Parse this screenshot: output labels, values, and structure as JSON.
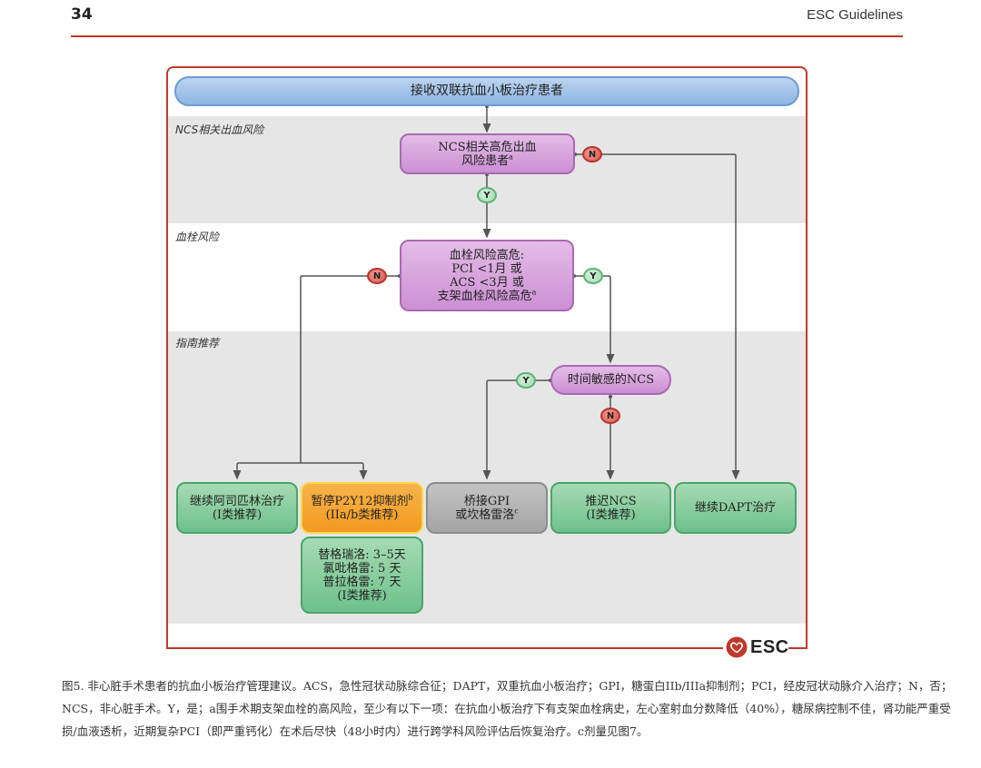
{
  "header": {
    "page_number": "34",
    "brand": "ESC Guidelines"
  },
  "diagram": {
    "bands": {
      "ncs_bleeding": "NCS相关出血风险",
      "thrombosis": "血栓风险",
      "recommendation": "指南推荐"
    },
    "nodes": {
      "start": "接收双联抗血小板治疗患者",
      "ncs_high_bleed_line1": "NCS相关高危出血",
      "ncs_high_bleed_line2": "风险患者",
      "ncs_high_bleed_sup": "a",
      "thrombo_line1": "血栓风险高危:",
      "thrombo_line2": "PCI <1月 或",
      "thrombo_line3": "ACS <3月 或",
      "thrombo_line4": "支架血栓风险高危",
      "thrombo_sup": "a",
      "time_sensitive": "时间敏感的NCS",
      "continue_aspirin_line1": "继续阿司匹林治疗",
      "continue_aspirin_line2": "(I类推荐)",
      "pause_p2y12_line1": "暂停P2Y12抑制剂",
      "pause_p2y12_sup": "b",
      "pause_p2y12_line2": "(IIa/b类推荐)",
      "bridge_line1": "桥接GPI",
      "bridge_line2": "或坎格雷洛",
      "bridge_sup": "c",
      "delay_line1": "推迟NCS",
      "delay_line2": "(I类推荐)",
      "continue_dapt": "继续DAPT治疗",
      "stop_line1": "替格瑞洛: 3–5天",
      "stop_line2": "氯吡格雷: 5 天",
      "stop_line3": "普拉格雷: 7 天",
      "stop_line4": "(I类推荐)"
    },
    "badges": {
      "yes": "Y",
      "no": "N"
    },
    "logo_text": "ESC",
    "colors": {
      "frame": "#c0392b",
      "start": "#a9c7ea",
      "decision": "#d9a5dd",
      "recommend": "#8fcfa2",
      "pause": "#f5a637",
      "bridge": "#b5b5b5"
    }
  },
  "caption": "图5. 非心脏手术患者的抗血小板治疗管理建议。ACS，急性冠状动脉综合征；DAPT，双重抗血小板治疗；GPI，糖蛋白IIb/IIIa抑制剂；PCI，经皮冠状动脉介入治疗；N，否；NCS，非心脏手术。Y，是；a围手术期支架血栓的高风险，至少有以下一项：在抗血小板治疗下有支架血栓病史，左心室射血分数降低（40%），糖尿病控制不佳，肾功能严重受损/血液透析，近期复杂PCI（即严重钙化）在术后尽快（48小时内）进行跨学科风险评估后恢复治疗。c剂量见图7。"
}
